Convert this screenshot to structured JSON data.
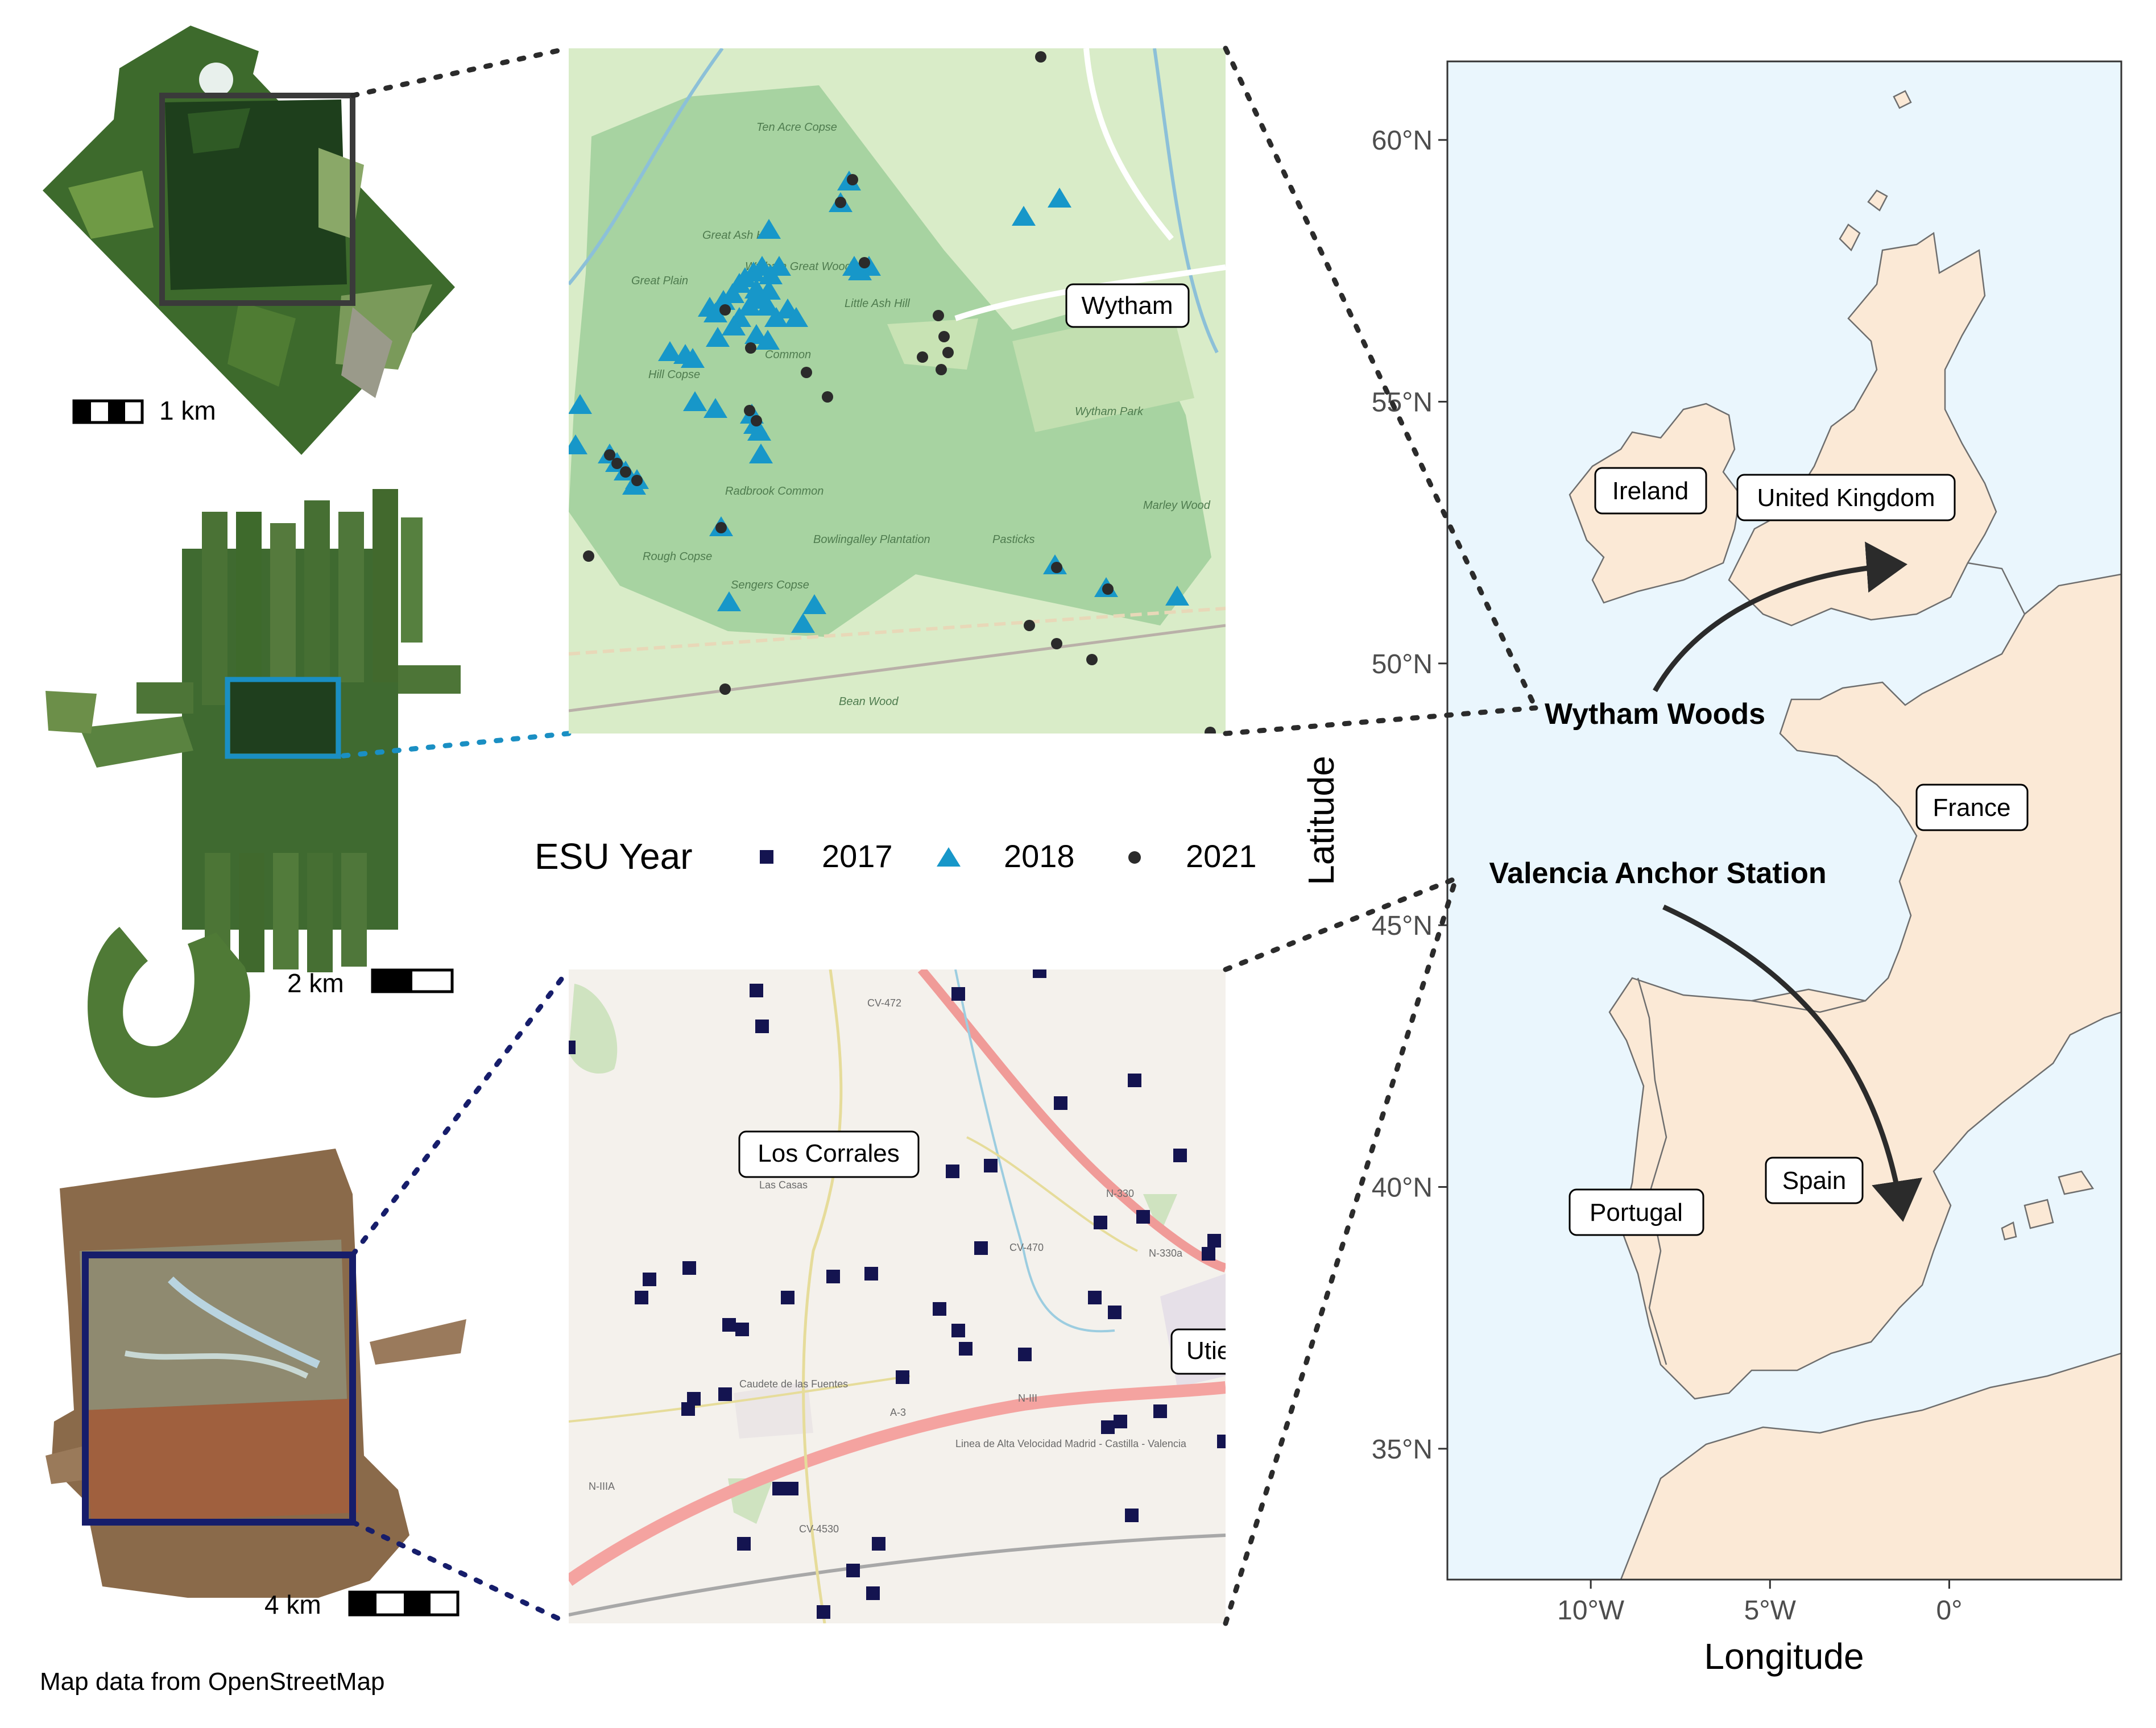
{
  "colors": {
    "esu_2017": "#141450",
    "esu_2018": "#1797c9",
    "esu_2021": "#2b2b2b",
    "sea": "#eaf6fd",
    "land": "#fbe9d6",
    "wytham_inset_box": "#3a3a3a",
    "cropped_box": "#1a8fc3",
    "valencia_inset_box": "#161d6b",
    "osm_background_wytham": "#d9ecc8",
    "osm_woodland": "#a7d3a1",
    "osm_background_valencia": "#f4f1ec"
  },
  "legend": {
    "title": "ESU Year",
    "entries": [
      {
        "label": "2017",
        "shape": "square",
        "color": "#141450"
      },
      {
        "label": "2018",
        "shape": "triangle",
        "color": "#1797c9"
      },
      {
        "label": "2021",
        "shape": "circle",
        "color": "#2b2b2b"
      }
    ]
  },
  "scale_bars": {
    "wytham_imagery": "1 km",
    "wytham_flight_mosaic": "2 km",
    "valencia_imagery": "4 km"
  },
  "attribution": "Map data from OpenStreetMap",
  "wytham_map": {
    "place_label": "Wytham",
    "basemap_text": [
      "Ten Acre Copse",
      "Great Ash Hill",
      "Wytham Great Wood",
      "Great Plain",
      "Little Ash Hill",
      "Hill Copse",
      "Common",
      "Radbrook Common",
      "Rough Copse",
      "Bowlingalley Plantation",
      "Sengers Copse",
      "Wytham Park",
      "Marley Wood",
      "Pasticks",
      "Bean Wood"
    ]
  },
  "valencia_map": {
    "place_labels": [
      "Los Corrales",
      "Utiel"
    ],
    "basemap_text": [
      "CV-472",
      "CV-470",
      "N-330",
      "N-330a",
      "Las Casas",
      "Caudete de las Fuentes",
      "A-3",
      "N-III",
      "N-IIIA",
      "CV-4530",
      "Linea de Alta Velocidad Madrid - Castilla - Valencia"
    ]
  },
  "overview_map": {
    "xlabel": "Longitude",
    "ylabel": "Latitude",
    "x_ticks": [
      "10°W",
      "5°W",
      "0°"
    ],
    "y_ticks": [
      "60°N",
      "55°N",
      "50°N",
      "45°N",
      "40°N",
      "35°N"
    ],
    "lon_range": [
      -14,
      4.8
    ],
    "lat_range": [
      32.5,
      61.5
    ],
    "country_labels": [
      "Ireland",
      "United Kingdom",
      "France",
      "Portugal",
      "Spain"
    ],
    "sites": [
      {
        "name": "Wytham Woods",
        "lon": -1.33,
        "lat": 51.77
      },
      {
        "name": "Valencia Anchor Station",
        "lon": -1.29,
        "lat": 39.57
      }
    ]
  }
}
